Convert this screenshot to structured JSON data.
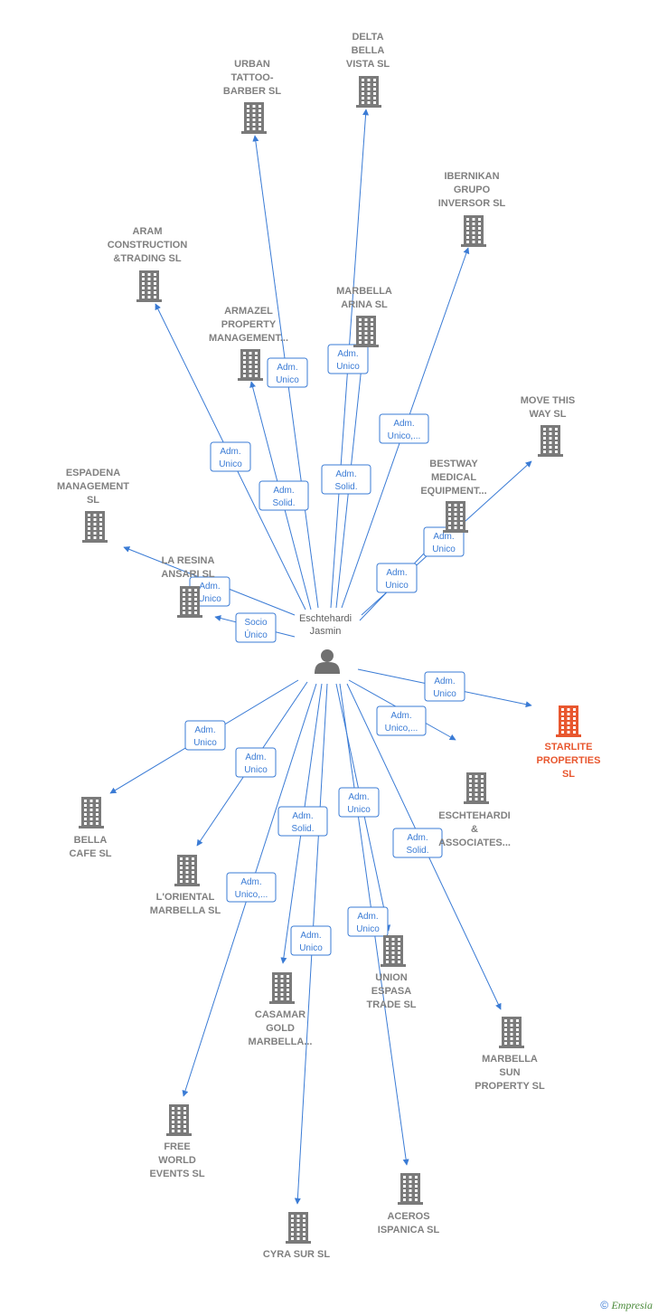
{
  "center": {
    "label_lines": [
      "Eschtehardi",
      "Jasmin"
    ]
  },
  "nodes": [
    {
      "id": "urban",
      "lines": [
        "URBAN",
        "TATTOO-",
        "BARBER  SL"
      ]
    },
    {
      "id": "delta",
      "lines": [
        "DELTA",
        "BELLA",
        "VISTA  SL"
      ]
    },
    {
      "id": "ibernikan",
      "lines": [
        "IBERNIKAN",
        "GRUPO",
        "INVERSOR  SL"
      ]
    },
    {
      "id": "aram",
      "lines": [
        "ARAM",
        "CONSTRUCTION",
        "&TRADING  SL"
      ]
    },
    {
      "id": "armazel",
      "lines": [
        "ARMAZEL",
        "PROPERTY",
        "MANAGEMENT..."
      ]
    },
    {
      "id": "marbella_arina",
      "lines": [
        "MARBELLA",
        "ARINA  SL"
      ]
    },
    {
      "id": "move",
      "lines": [
        "MOVE THIS",
        "WAY  SL"
      ]
    },
    {
      "id": "espadena",
      "lines": [
        "ESPADENA",
        "MANAGEMENT",
        "SL"
      ]
    },
    {
      "id": "bestway",
      "lines": [
        "BESTWAY",
        "MEDICAL",
        "EQUIPMENT..."
      ]
    },
    {
      "id": "la_resina",
      "lines": [
        "LA RESINA",
        "ANSARI SL"
      ]
    },
    {
      "id": "starlite",
      "lines": [
        "STARLITE",
        "PROPERTIES",
        "SL"
      ],
      "highlight": true
    },
    {
      "id": "eschtehardi_assoc",
      "lines": [
        "ESCHTEHARDI",
        "&",
        "ASSOCIATES..."
      ]
    },
    {
      "id": "bella_cafe",
      "lines": [
        "BELLA",
        "CAFE SL"
      ]
    },
    {
      "id": "loriental",
      "lines": [
        "L'ORIENTAL",
        "MARBELLA  SL"
      ]
    },
    {
      "id": "union",
      "lines": [
        "UNION",
        "ESPASA",
        "TRADE  SL"
      ]
    },
    {
      "id": "casamar",
      "lines": [
        "CASAMAR",
        "GOLD",
        "MARBELLA..."
      ]
    },
    {
      "id": "marbella_sun",
      "lines": [
        "MARBELLA",
        "SUN",
        "PROPERTY  SL"
      ]
    },
    {
      "id": "free_world",
      "lines": [
        "FREE",
        "WORLD",
        "EVENTS  SL"
      ]
    },
    {
      "id": "aceros",
      "lines": [
        "ACEROS",
        "ISPANICA  SL"
      ]
    },
    {
      "id": "cyra",
      "lines": [
        "CYRA SUR SL"
      ]
    }
  ],
  "edges": [
    {
      "to": "urban",
      "badge": [
        "Adm.",
        "Unico"
      ]
    },
    {
      "to": "delta",
      "badge": [
        "Adm.",
        "Solid."
      ]
    },
    {
      "to": "ibernikan",
      "badge": [
        "Adm.",
        "Unico,..."
      ]
    },
    {
      "to": "aram",
      "badge": [
        "Adm.",
        "Unico"
      ]
    },
    {
      "to": "armazel",
      "badge": [
        "Adm.",
        "Solid."
      ]
    },
    {
      "to": "marbella_arina",
      "badge": [
        "Adm.",
        "Unico"
      ]
    },
    {
      "to": "move",
      "badge": [
        "Adm.",
        "Unico"
      ]
    },
    {
      "to": "espadena",
      "badge": [
        "Adm.",
        "Unico"
      ]
    },
    {
      "to": "bestway",
      "badge": [
        "Adm.",
        "Unico"
      ]
    },
    {
      "to": "la_resina",
      "badge": [
        "Socio",
        "Único"
      ]
    },
    {
      "to": "starlite",
      "badge": [
        "Adm.",
        "Unico"
      ]
    },
    {
      "to": "eschtehardi_assoc",
      "badge": [
        "Adm.",
        "Unico,..."
      ]
    },
    {
      "to": "bella_cafe",
      "badge": [
        "Adm.",
        "Unico"
      ]
    },
    {
      "to": "loriental",
      "badge": [
        "Adm.",
        "Unico"
      ]
    },
    {
      "to": "union",
      "badge": [
        "Adm.",
        "Unico"
      ]
    },
    {
      "to": "casamar",
      "badge": [
        "Adm.",
        "Solid."
      ]
    },
    {
      "to": "marbella_sun",
      "badge": [
        "Adm.",
        "Solid."
      ]
    },
    {
      "to": "free_world",
      "badge": [
        "Adm.",
        "Unico,..."
      ]
    },
    {
      "to": "aceros",
      "badge": [
        "Adm.",
        "Unico"
      ]
    },
    {
      "to": "cyra",
      "badge": [
        "Adm.",
        "Unico"
      ]
    }
  ],
  "colors": {
    "edge": "#3a7bd5",
    "building": "#7a7a7a",
    "highlight": "#e8572f",
    "label": "#808080"
  },
  "footer": {
    "symbol": "©",
    "brand": "Empresia"
  }
}
